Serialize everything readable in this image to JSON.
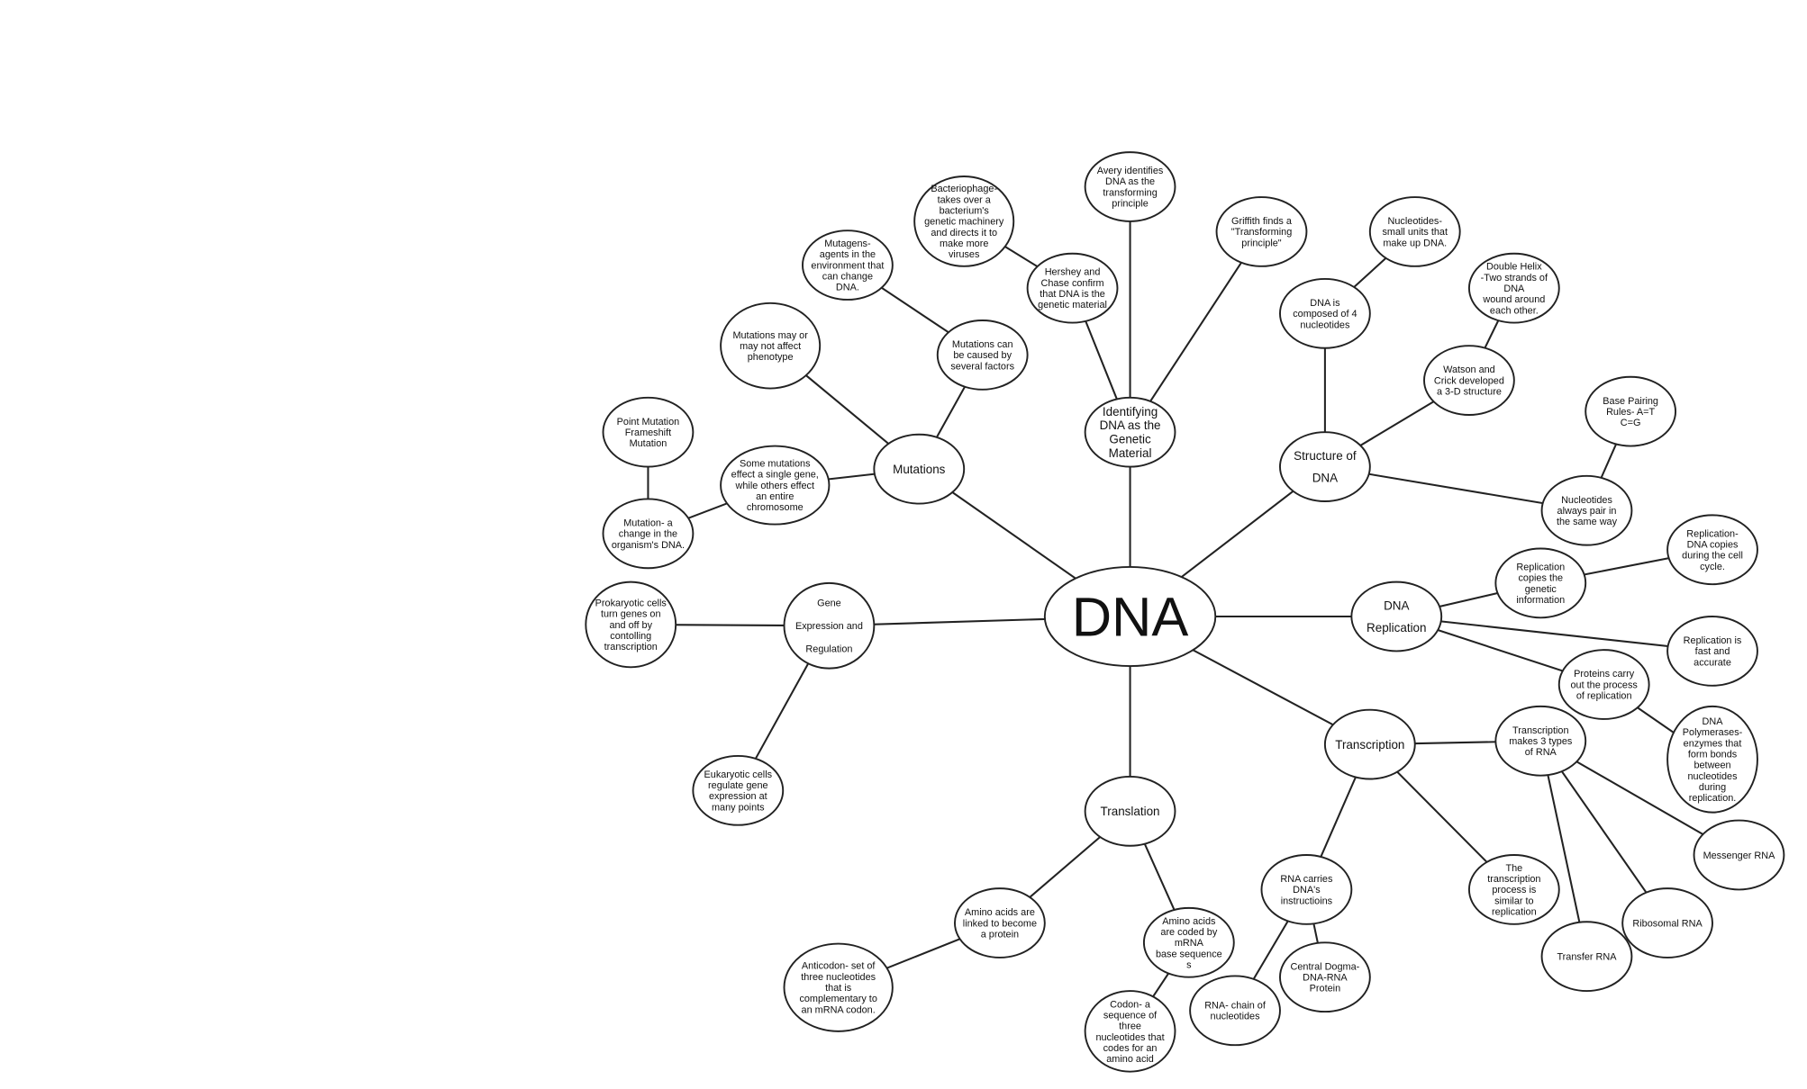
{
  "title": "DNA",
  "nodes": {
    "dna": [
      "DNA"
    ],
    "identify": [
      "Identifying",
      "DNA as the",
      "Genetic",
      "Material"
    ],
    "avery": [
      "Avery identifies",
      "DNA as the",
      "transforming",
      "principle"
    ],
    "hershey": [
      "Hershey and",
      "Chase confirm",
      "that DNA is the",
      "genetic material"
    ],
    "bacterio": [
      "Bacteriophage-",
      "takes over a",
      "bacterium's",
      "genetic machinery",
      "and directs it to",
      "make more",
      "viruses"
    ],
    "griffith": [
      "Griffith finds a",
      "\"Transforming",
      "principle\""
    ],
    "structure": [
      "Structure of",
      "DNA"
    ],
    "composed": [
      "DNA is",
      "composed of 4",
      "nucleotides"
    ],
    "nucleotides_small": [
      "Nucleotides-",
      "small units that",
      "make up DNA."
    ],
    "watson": [
      "Watson and",
      "Crick developed",
      "a 3-D structure"
    ],
    "helix": [
      "Double Helix",
      "-Two strands of",
      "DNA",
      "wound around",
      "each other."
    ],
    "base": [
      "Base Pairing",
      "Rules-  A=T",
      "C=G"
    ],
    "pair": [
      "Nucleotides",
      "always pair in",
      "the same way"
    ],
    "replication": [
      "DNA",
      "Replication"
    ],
    "rep_copies": [
      "Replication",
      "copies the",
      "genetic",
      "information"
    ],
    "rep_cell": [
      "Replication-",
      "DNA copies",
      "during the cell",
      "cycle."
    ],
    "rep_fast": [
      "Replication is",
      "fast and",
      "accurate"
    ],
    "proteins": [
      "Proteins carry",
      "out the process",
      "of replication"
    ],
    "polymerase": [
      "DNA",
      "Polymerases-",
      "enzymes that",
      "form bonds",
      "between",
      "nucleotides",
      "during",
      "replication."
    ],
    "transcription": [
      "Transcription"
    ],
    "trans3": [
      "Transcription",
      "makes 3 types",
      "of RNA"
    ],
    "messenger": [
      "Messenger RNA"
    ],
    "ribosomal": [
      "Ribosomal RNA"
    ],
    "transfer": [
      "Transfer RNA"
    ],
    "similar": [
      "The",
      "transcription",
      "process is",
      "similar to",
      "replication"
    ],
    "rna_carries": [
      "RNA carries",
      "DNA's",
      "instructioins"
    ],
    "central": [
      "Central Dogma-",
      "DNA-RNA",
      "Protein"
    ],
    "rna_chain": [
      "RNA- chain of",
      "nucleotides"
    ],
    "translation": [
      "Translation"
    ],
    "amino_linked": [
      "Amino acids are",
      "linked to become",
      "a protein"
    ],
    "anticodon": [
      "Anticodon- set of",
      "three nucleotides",
      "that is",
      "complementary to",
      "an mRNA codon."
    ],
    "amino_coded": [
      "Amino acids",
      "are coded by",
      "mRNA",
      "base sequence",
      "s"
    ],
    "codon": [
      "Codon- a",
      "sequence of",
      "three",
      "nucleotides that",
      "codes for an",
      "amino acid"
    ],
    "mutations": [
      "Mutations"
    ],
    "mut_may": [
      "Mutations may or",
      "may not affect",
      "phenotype"
    ],
    "mut_caused": [
      "Mutations can",
      "be caused by",
      "several factors"
    ],
    "mutagens": [
      "Mutagens-",
      "agents in the",
      "environment that",
      "can change",
      "DNA."
    ],
    "some": [
      "Some mutations",
      "effect a single gene,",
      "while others effect",
      "an entire",
      "chromosome"
    ],
    "mut_change": [
      "Mutation- a",
      "change in the",
      "organism's DNA."
    ],
    "point": [
      "Point Mutation",
      "Frameshift",
      "Mutation"
    ],
    "gene": [
      "Gene",
      "Expression and",
      "Regulation"
    ],
    "prok": [
      "Prokaryotic cells",
      "turn genes on",
      "and off by",
      "contolling",
      "transcription"
    ],
    "euk": [
      "Eukaryotic cells",
      "regulate gene",
      "expression at",
      "many points"
    ]
  },
  "connections": [
    [
      "dna",
      "identify"
    ],
    [
      "identify",
      "avery"
    ],
    [
      "identify",
      "hershey"
    ],
    [
      "hershey",
      "bacterio"
    ],
    [
      "identify",
      "griffith"
    ],
    [
      "dna",
      "structure"
    ],
    [
      "structure",
      "composed"
    ],
    [
      "composed",
      "nucleotides_small"
    ],
    [
      "structure",
      "watson"
    ],
    [
      "watson",
      "helix"
    ],
    [
      "structure",
      "pair"
    ],
    [
      "pair",
      "base"
    ],
    [
      "dna",
      "replication"
    ],
    [
      "replication",
      "rep_copies"
    ],
    [
      "rep_copies",
      "rep_cell"
    ],
    [
      "replication",
      "rep_fast"
    ],
    [
      "replication",
      "proteins"
    ],
    [
      "proteins",
      "polymerase"
    ],
    [
      "dna",
      "transcription"
    ],
    [
      "transcription",
      "trans3"
    ],
    [
      "trans3",
      "messenger"
    ],
    [
      "trans3",
      "ribosomal"
    ],
    [
      "trans3",
      "transfer"
    ],
    [
      "transcription",
      "similar"
    ],
    [
      "transcription",
      "rna_carries"
    ],
    [
      "rna_carries",
      "central"
    ],
    [
      "rna_carries",
      "rna_chain"
    ],
    [
      "dna",
      "translation"
    ],
    [
      "translation",
      "amino_linked"
    ],
    [
      "amino_linked",
      "anticodon"
    ],
    [
      "translation",
      "amino_coded"
    ],
    [
      "amino_coded",
      "codon"
    ],
    [
      "dna",
      "mutations"
    ],
    [
      "mutations",
      "mut_caused"
    ],
    [
      "mut_caused",
      "mutagens"
    ],
    [
      "mutations",
      "mut_may"
    ],
    [
      "mutations",
      "some"
    ],
    [
      "some",
      "mut_change"
    ],
    [
      "mut_change",
      "point"
    ],
    [
      "dna",
      "gene"
    ],
    [
      "gene",
      "prok"
    ],
    [
      "gene",
      "euk"
    ]
  ]
}
